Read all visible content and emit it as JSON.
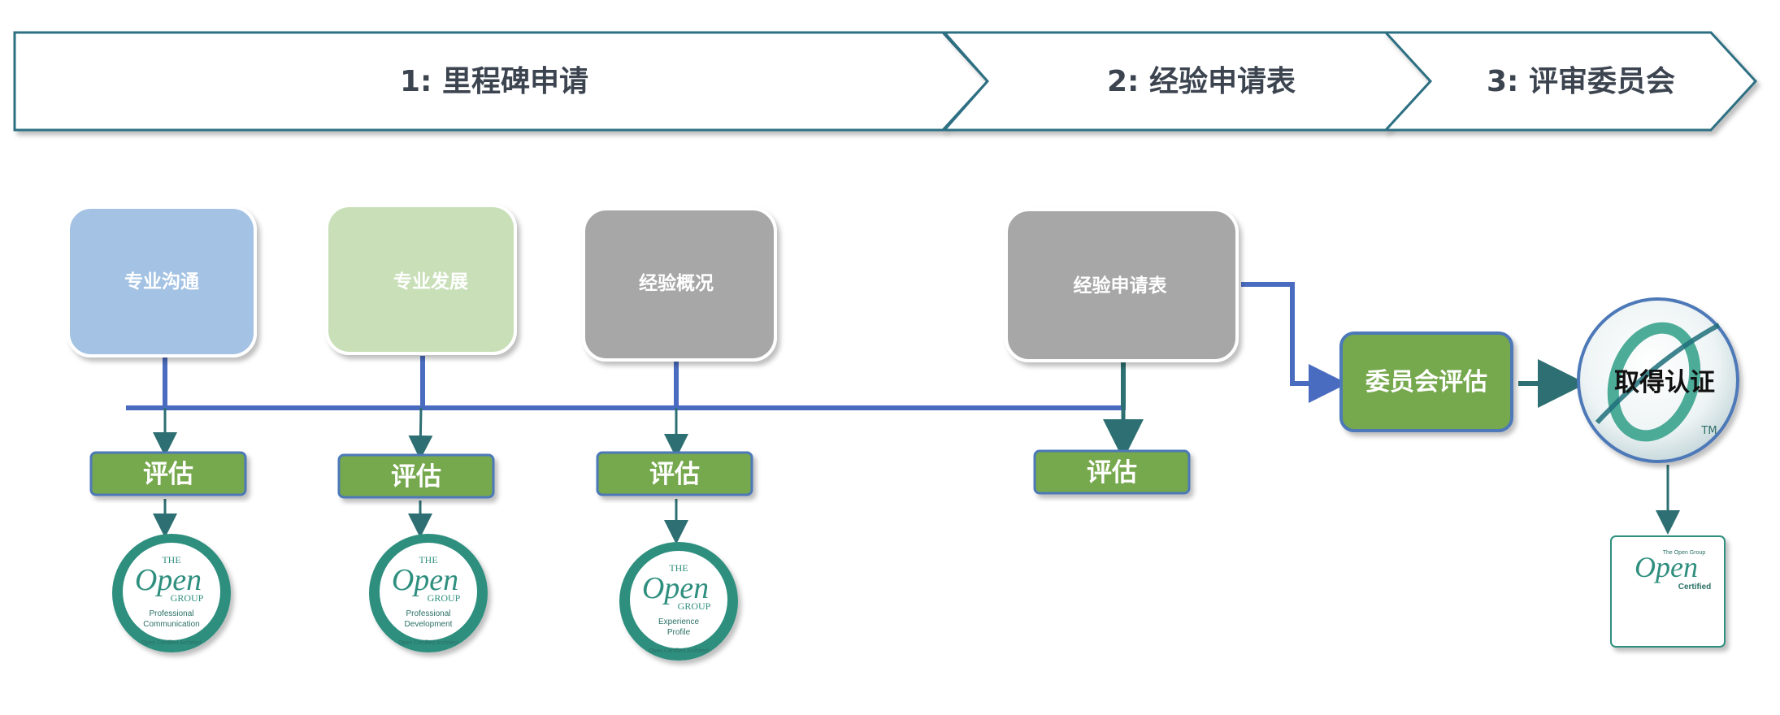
{
  "stages": [
    {
      "label": "1: 里程碑申请"
    },
    {
      "label": "2: 经验申请表"
    },
    {
      "label": "3: 评审委员会"
    }
  ],
  "milestones": [
    {
      "label": "专业沟通",
      "color": "#a4c2e3"
    },
    {
      "label": "专业发展",
      "color": "#c8dfb8"
    },
    {
      "label": "经验概况",
      "color": "#a7a7a7"
    },
    {
      "label": "经验申请表",
      "color": "#a7a7a7"
    }
  ],
  "assess_label": "评估",
  "committee": {
    "label": "委员会评估"
  },
  "certified": {
    "label": "取得认证",
    "tm": "TM"
  },
  "badges": [
    {
      "the": "THE",
      "open": "Open",
      "group": "GROUP",
      "line1": "Professional",
      "line2": "Communication",
      "rim": "Open Certified Architect"
    },
    {
      "the": "THE",
      "open": "Open",
      "group": "GROUP",
      "line1": "Professional",
      "line2": "Development",
      "rim": "Open Certified Architect"
    },
    {
      "the": "THE",
      "open": "Open",
      "group": "GROUP",
      "line1": "Experience",
      "line2": "Profile",
      "rim": "Open Certified Architect"
    }
  ],
  "certificate": {
    "brand": "The Open Group",
    "open": "Open",
    "label": "Certified"
  },
  "colors": {
    "arrow_outline": "#2d6f83",
    "connector_blue": "#4a6cc0",
    "connector_teal": "#2d6f72",
    "green_fill": "#76a84d",
    "green_border": "#4e79b8",
    "badge_teal": "#2f8f7f"
  }
}
